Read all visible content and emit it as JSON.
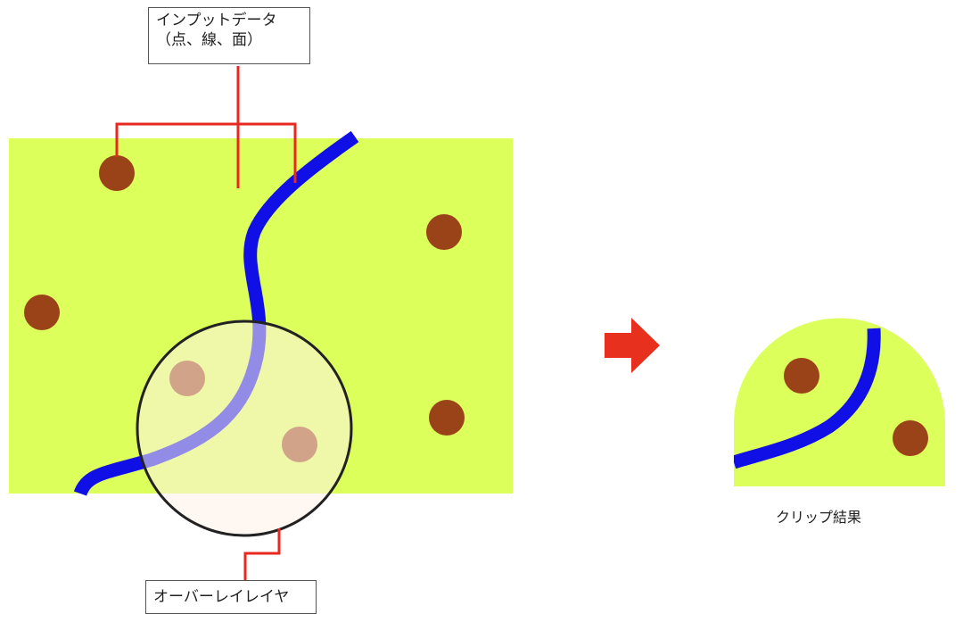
{
  "labels": {
    "input_data": "インプットデータ\n（点、線、面）",
    "overlay_layer": "オーバーレイレイヤ",
    "clip_result": "クリップ結果"
  },
  "colors": {
    "polygon": "#dcff5c",
    "point": "#9a4318",
    "line": "#1010e6",
    "leader": "#e8281e",
    "arrow": "#e8301e",
    "overlay_fill": "#fff3e8",
    "overlay_stroke": "#222222"
  },
  "icons": {
    "arrow": "arrow-right-icon"
  }
}
